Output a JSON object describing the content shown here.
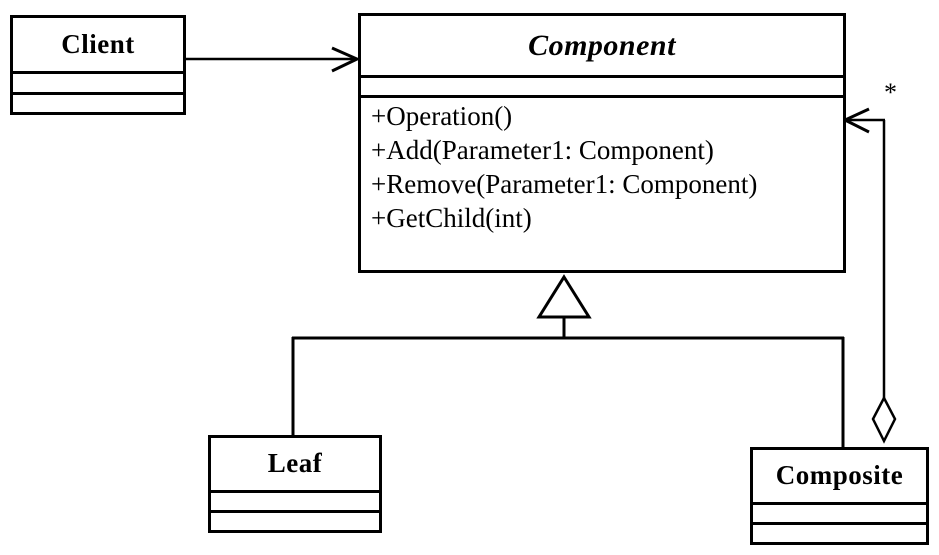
{
  "diagram": {
    "title": "Composite Pattern UML Class Diagram",
    "type": "uml-class-diagram",
    "stroke_color": "#000000",
    "fill_color": "#ffffff",
    "classes": [
      {
        "id": "client",
        "name": "Client",
        "stereotype": "concrete",
        "attributes": [],
        "operations": []
      },
      {
        "id": "component",
        "name": "Component",
        "stereotype": "abstract",
        "attributes": [],
        "operations": [
          "+Operation()",
          "+Add(Parameter1: Component)",
          "+Remove(Parameter1: Component)",
          "+GetChild(int)"
        ]
      },
      {
        "id": "leaf",
        "name": "Leaf",
        "stereotype": "concrete",
        "attributes": [],
        "operations": []
      },
      {
        "id": "composite",
        "name": "Composite",
        "stereotype": "concrete",
        "attributes": [],
        "operations": []
      }
    ],
    "relationships": [
      {
        "id": "client-to-component",
        "type": "association",
        "from": "client",
        "to": "component",
        "arrowhead": "open-arrow",
        "label": ""
      },
      {
        "id": "leaf-to-component",
        "type": "generalization",
        "from": "leaf",
        "to": "component",
        "arrowhead": "hollow-triangle",
        "label": ""
      },
      {
        "id": "composite-to-component",
        "type": "generalization",
        "from": "composite",
        "to": "component",
        "arrowhead": "hollow-triangle",
        "label": ""
      },
      {
        "id": "composite-aggregates-component",
        "type": "aggregation",
        "from": "composite",
        "to": "component",
        "arrowhead": "open-arrow",
        "tail": "hollow-diamond",
        "label": "*"
      }
    ]
  }
}
